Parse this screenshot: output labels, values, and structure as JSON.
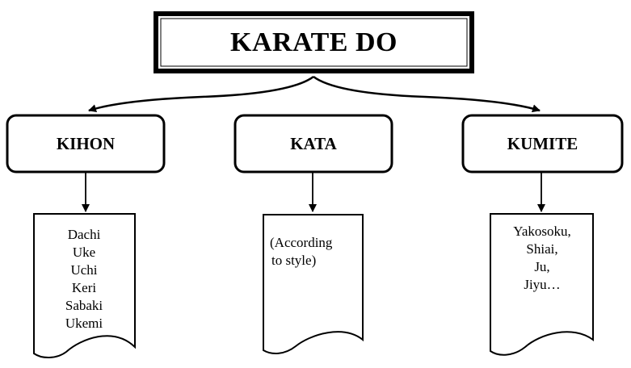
{
  "title": "KARATE DO",
  "categories": [
    {
      "label": "KIHON",
      "items": [
        "Dachi",
        "Uke",
        "Uchi",
        "Keri",
        "Sabaki",
        "Ukemi"
      ]
    },
    {
      "label": "KATA",
      "items": [
        "(According",
        "to style)"
      ]
    },
    {
      "label": "KUMITE",
      "items": [
        "Yakosoku,",
        "Shiai,",
        "Ju,",
        "Jiyu…"
      ]
    }
  ]
}
